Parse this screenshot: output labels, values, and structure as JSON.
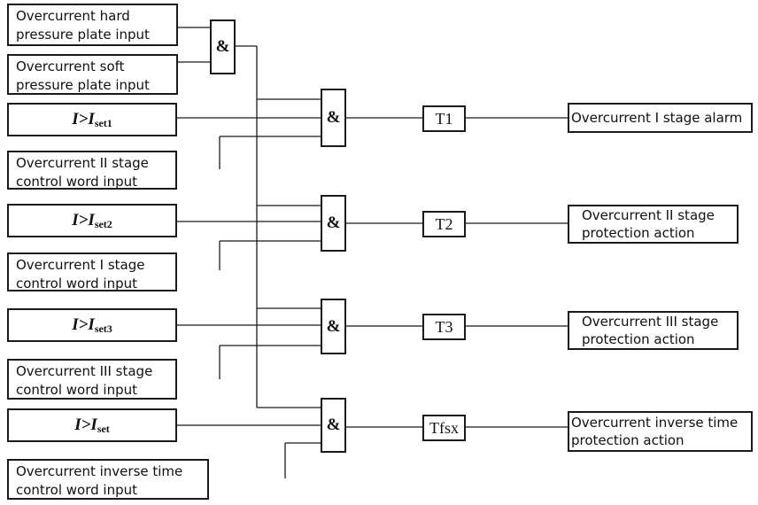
{
  "inputs": {
    "hard_plate": "Overcurrent hard\npressure plate input",
    "soft_plate": "Overcurrent soft\npressure plate input",
    "cond1": {
      "main": "I>I",
      "sub": "set1"
    },
    "ctrl_II": "Overcurrent II stage\ncontrol word input",
    "cond2": {
      "main": "I>I",
      "sub": "set2"
    },
    "ctrl_I": "Overcurrent I stage\ncontrol word input",
    "cond3": {
      "main": "I>I",
      "sub": "set3"
    },
    "ctrl_III": "Overcurrent III stage\ncontrol word input",
    "cond_inv": {
      "main": "I>I",
      "sub": "set"
    },
    "ctrl_inv": "Overcurrent inverse time\ncontrol word input"
  },
  "gates": {
    "and_symbol": "&"
  },
  "timers": {
    "t1": "T1",
    "t2": "T2",
    "t3": "T3",
    "tfsx": "Tfsx"
  },
  "outputs": {
    "out1": "Overcurrent I stage alarm",
    "out2": "Overcurrent II stage\nprotection action",
    "out3": "Overcurrent III stage\nprotection action",
    "out4": "Overcurrent inverse time\nprotection action"
  }
}
